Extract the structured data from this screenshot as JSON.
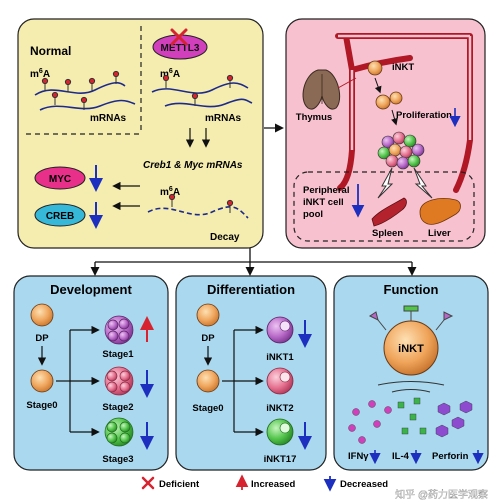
{
  "panels": {
    "normal": {
      "title": "Normal",
      "m6a": "m6A",
      "mrnas": "mRNAs"
    },
    "deficient": {
      "enzyme": "METTL3",
      "m6a": "m6A",
      "mrnas": "mRNAs",
      "targets": "Creb1 & Myc mRNAs",
      "decay_m6a": "m6A",
      "decay": "Decay"
    },
    "proteins": {
      "myc": "MYC",
      "creb": "CREB"
    },
    "thymus": {
      "organ": "Thymus",
      "inkt": "iNKT",
      "proliferation": "Proliferation",
      "pool_line1": "Peripheral",
      "pool_line2": "iNKT cell",
      "pool_line3": "pool",
      "spleen": "Spleen",
      "liver": "Liver"
    },
    "development": {
      "title": "Development",
      "dp": "DP",
      "stage0": "Stage0",
      "stage1": "Stage1",
      "stage2": "Stage2",
      "stage3": "Stage3"
    },
    "differentiation": {
      "title": "Differentiation",
      "dp": "DP",
      "stage0": "Stage0",
      "inkt1": "iNKT1",
      "inkt2": "iNKT2",
      "inkt17": "iNKT17"
    },
    "function": {
      "title": "Function",
      "inkt": "iNKT",
      "ifn": "IFNγ",
      "il4": "IL-4",
      "perforin": "Perforin"
    }
  },
  "legend": {
    "deficient": "Deficient",
    "increased": "Increased",
    "decreased": "Decreased"
  },
  "watermark": "知乎 @药力医学观察",
  "colors": {
    "top_left_bg": "#f5ecb0",
    "top_right_bg": "#f7c1d0",
    "bottom_bg": "#a9d8ef",
    "increase": "#d7232f",
    "decrease": "#1c2fbf",
    "methyl_mark": "#d7232f",
    "rna": "#1c2a8c"
  },
  "icons": [
    "cross-icon",
    "up-arrow-icon",
    "down-arrow-icon",
    "thymus-icon",
    "spleen-icon",
    "liver-icon",
    "cell-icon"
  ]
}
